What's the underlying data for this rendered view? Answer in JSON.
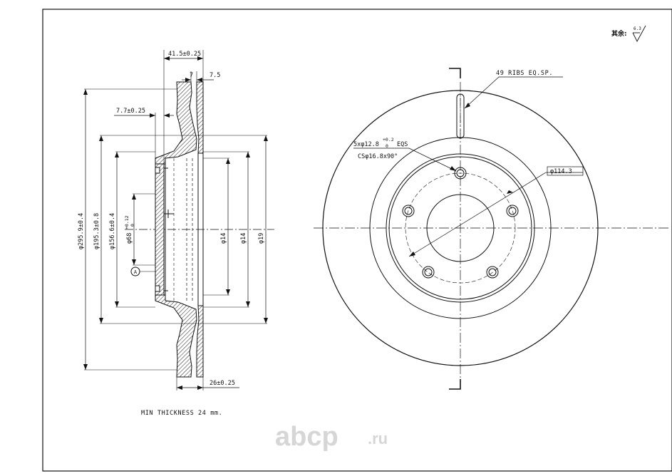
{
  "dimensions": {
    "hat_depth": "41.5±0.25",
    "flange_a": "7",
    "flange_b": "7.5",
    "hat_wall": "7.7±0.25",
    "outer_diameter": "φ295.9±0.4",
    "friction_inner_diameter": "φ195.3±0.8",
    "hat_diameter": "φ156.6±0.4",
    "center_bore": "φ68",
    "center_bore_tol_upper": "+0.12",
    "center_bore_tol_lower": "0",
    "d_14a": "φ14",
    "d_14b": "φ14",
    "d_19": "φ19",
    "thickness": "26±0.25",
    "pcd": "φ114.3",
    "bolt_holes": "5xφ12.8",
    "bolt_tol_upper": "+0.2",
    "bolt_tol_lower": "0",
    "bolt_eqs": "EQS",
    "countersink": "CSφ16.8x90°",
    "ribs": "49 RIBS EQ.SP."
  },
  "datum": "A",
  "surface_note": "其余:",
  "roughness": "6.3",
  "min_thickness": "MIN THICKNESS 24 mm.",
  "watermark": {
    "brand": "abcp",
    "tld": ".ru"
  }
}
